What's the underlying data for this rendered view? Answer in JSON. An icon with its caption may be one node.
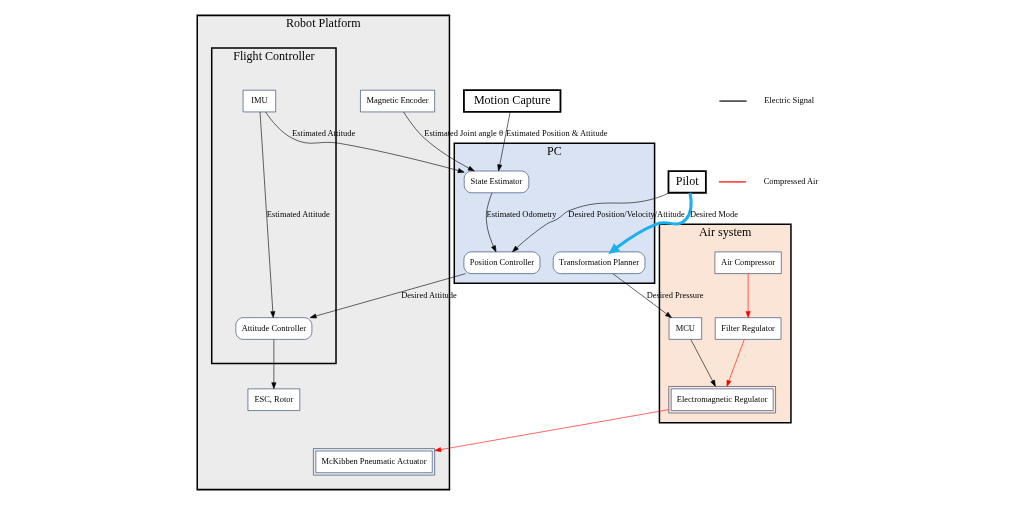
{
  "diagram": {
    "nodes": [
      {
        "text": [
          "Pilot"
        ]
      },
      {
        "text": [
          "Motion Capture"
        ]
      },
      {
        "text": [
          "PC"
        ]
      },
      {
        "text": [
          "State Estimator"
        ],
        "in": 2
      },
      {
        "text": [
          "Position Controller"
        ],
        "in": 2
      },
      {
        "text": [
          "Transformation Planner"
        ],
        "in": 2
      },
      {
        "text": [
          "Robot Platform"
        ]
      },
      {
        "text": [
          "Flight Controller"
        ],
        "in": 6
      },
      {
        "text": [
          "IMU"
        ],
        "in": 7
      },
      {
        "text": [
          "Attitude Controller"
        ],
        "in": 7
      },
      {
        "text": [
          "McKibben Pneumatic Actuator"
        ],
        "in": 6
      },
      {
        "text": [
          "ESC, Rotor"
        ],
        "in": 6
      },
      {
        "text": [
          "Magnetic Encoder"
        ],
        "in": 6
      },
      {
        "text": [
          "Air system"
        ]
      },
      {
        "text": [
          "Air Compressor"
        ],
        "in": 13
      },
      {
        "text": [
          "MCU"
        ],
        "in": 13
      },
      {
        "text": [
          "Electromagnetic Regulator"
        ],
        "in": 13
      },
      {
        "text": [
          "Filter Regulator"
        ],
        "in": 13
      }
    ],
    "edges": [
      {
        "from": 0,
        "to": 4,
        "arrow": "to",
        "label": "Desired Position/Velocity/Attitude"
      },
      {
        "from": 0,
        "to": 5,
        "arrow": "to",
        "label": "Desired Mode",
        "style": "thick",
        "color": "#1ab0f0"
      },
      {
        "from": 1,
        "to": 3,
        "arrow": "to",
        "label": "Estimated Position & Attitude"
      },
      {
        "from": 8,
        "to": 3,
        "arrow": "to",
        "label": "Estimated Attitude"
      },
      {
        "from": 12,
        "to": 3,
        "arrow": "to",
        "label": "Estimated Joint angle θ"
      },
      {
        "from": 3,
        "to": 4,
        "arrow": "to",
        "label": "Estimated Odometry"
      },
      {
        "from": 4,
        "to": 9,
        "arrow": "to",
        "label": "Desired Attitude"
      },
      {
        "from": 8,
        "to": 9,
        "arrow": "to",
        "label": "Estimated Attitude"
      },
      {
        "from": 9,
        "to": 11,
        "arrow": "to"
      },
      {
        "from": 5,
        "to": 15,
        "arrow": "to",
        "label": "Desired Pressure"
      },
      {
        "from": 15,
        "to": 16,
        "arrow": "to"
      },
      {
        "from": 14,
        "to": 17,
        "arrow": "to",
        "color": "#ff0000"
      },
      {
        "from": 17,
        "to": 16,
        "arrow": "to",
        "color": "#ff0000"
      },
      {
        "from": 16,
        "to": 10,
        "arrow": "to",
        "color": "#ff0000"
      }
    ],
    "legend": [
      {
        "text": "Electric Signal"
      },
      {
        "text": "Compressed Air"
      }
    ]
  }
}
